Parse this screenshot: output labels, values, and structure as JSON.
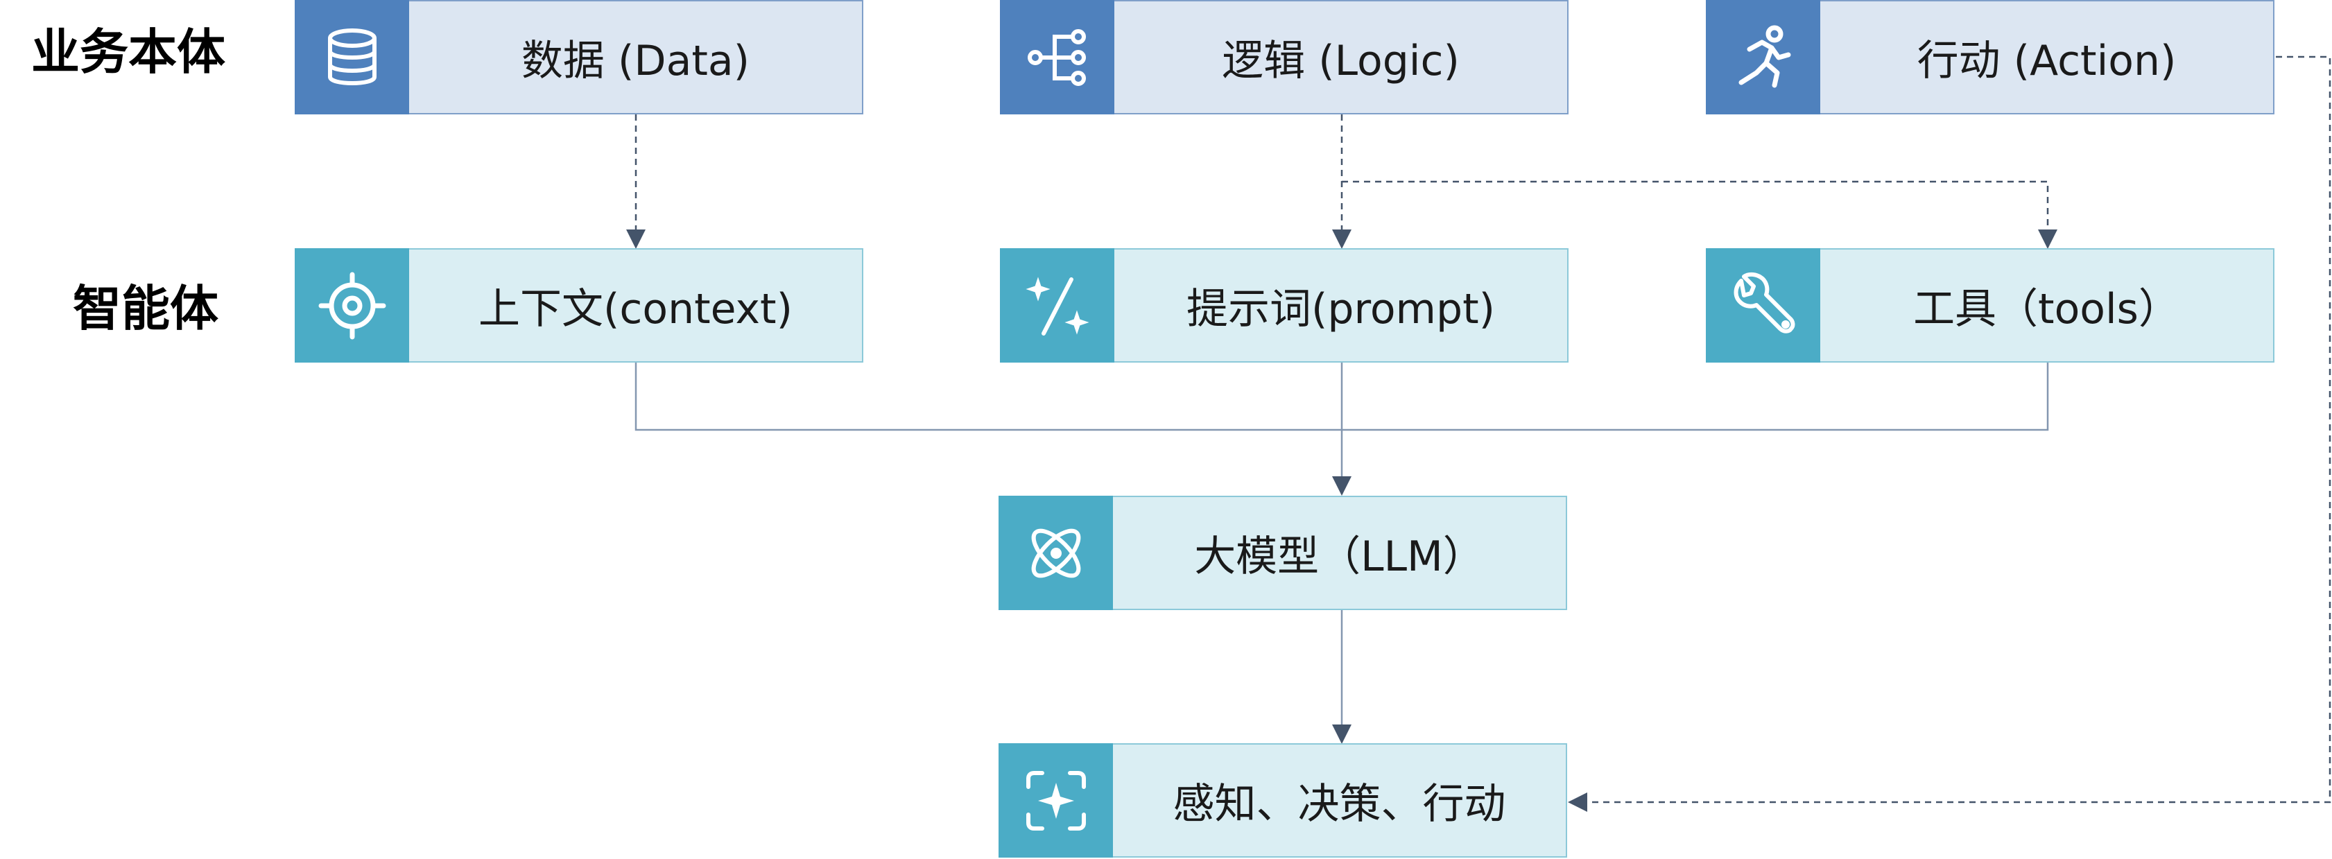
{
  "rows": {
    "business": {
      "label": "业务本体"
    },
    "agent": {
      "label": "智能体"
    }
  },
  "nodes": {
    "data": {
      "label": "数据 (Data)",
      "icon": "database-icon"
    },
    "logic": {
      "label": "逻辑 (Logic)",
      "icon": "hierarchy-icon"
    },
    "action": {
      "label": "行动 (Action)",
      "icon": "running-person-icon"
    },
    "context": {
      "label": "上下文(context)",
      "icon": "target-icon"
    },
    "prompt": {
      "label": "提示词(prompt)",
      "icon": "magic-wand-icon"
    },
    "tools": {
      "label": "工具（tools）",
      "icon": "wrench-icon"
    },
    "llm": {
      "label": "大模型（LLM）",
      "icon": "atom-icon"
    },
    "output": {
      "label": "感知、决策、行动",
      "icon": "sparkle-frame-icon"
    }
  },
  "colors": {
    "business_icon_bg": "#4f81bd",
    "business_label_bg": "#dce6f2",
    "agent_icon_bg": "#4bacc6",
    "agent_label_bg": "#daeef3",
    "connector": "#44546a"
  }
}
